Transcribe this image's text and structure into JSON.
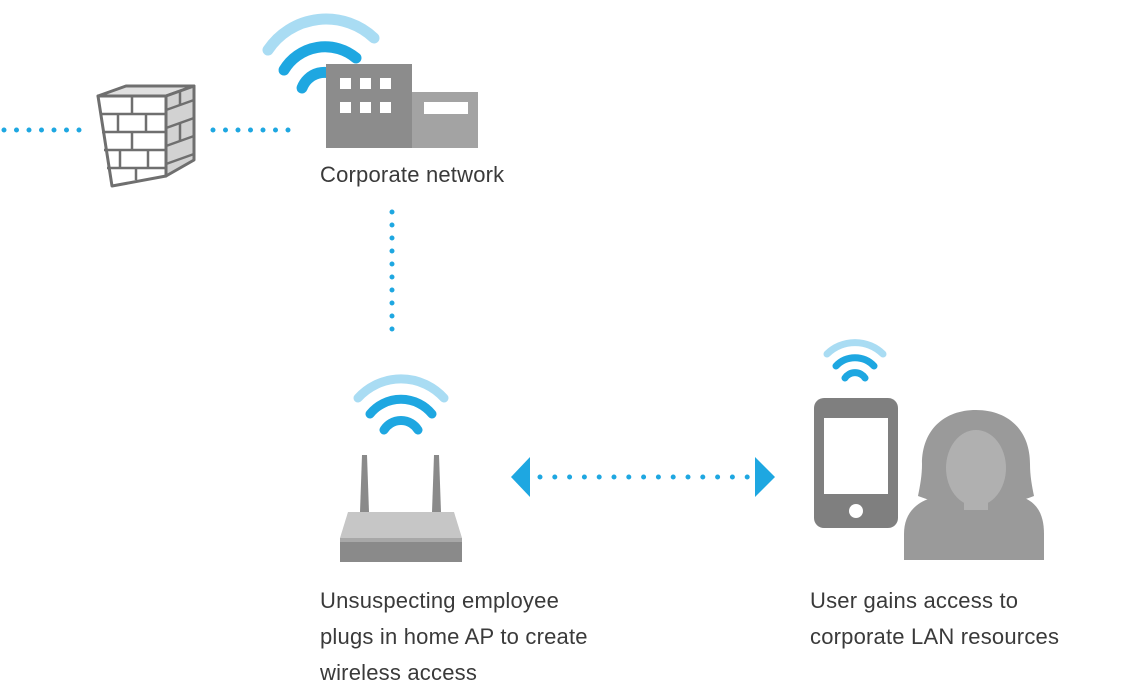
{
  "colors": {
    "accent": "#1ea7e1",
    "wifi_light": "#a9dcf3",
    "gray_dark": "#7c7c7c",
    "gray_mid": "#9a9a9a",
    "gray_light": "#c4c4c4",
    "text": "#3a3a3a"
  },
  "nodes": {
    "corporate": {
      "label": "Corporate network",
      "icon": "building-icon"
    },
    "firewall": {
      "icon": "firewall-icon"
    },
    "access_point": {
      "icon": "router-icon",
      "label_lines": [
        "Unsuspecting employee",
        "plugs in home AP to create",
        "wireless access"
      ]
    },
    "user": {
      "icons": [
        "smartphone-icon",
        "person-icon"
      ],
      "label_lines": [
        "User gains access to",
        "corporate LAN resources"
      ]
    }
  },
  "links": [
    {
      "from": "offscreen-left",
      "to": "firewall",
      "style": "dotted"
    },
    {
      "from": "firewall",
      "to": "corporate",
      "style": "dotted"
    },
    {
      "from": "corporate",
      "to": "access_point",
      "style": "dotted"
    },
    {
      "from": "access_point",
      "to": "user",
      "style": "dotted",
      "arrows": "both"
    }
  ]
}
